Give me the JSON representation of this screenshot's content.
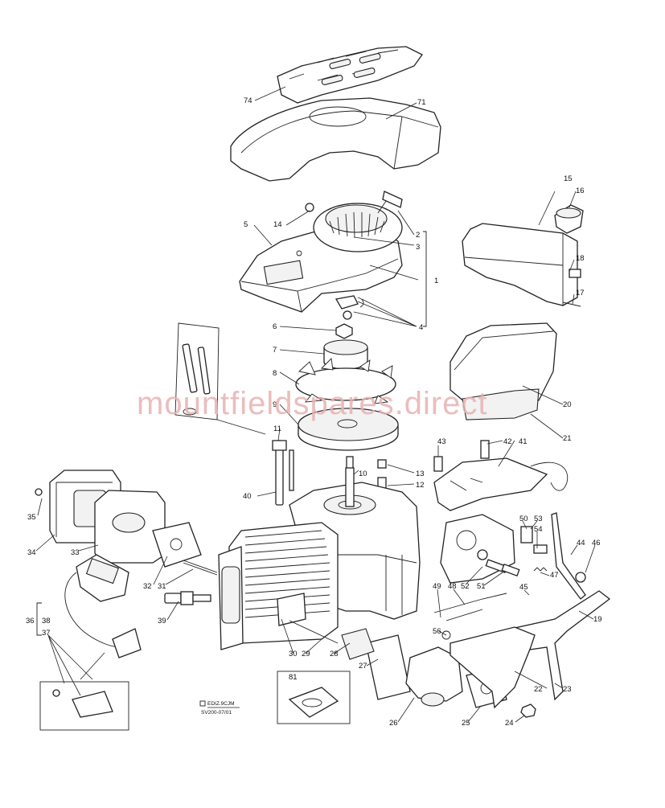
{
  "watermark": "mountfieldspares.direct",
  "stamp": {
    "line1": "EDIZ.9CJM",
    "line2": "SV200-07/01"
  },
  "labels": {
    "l74": "74",
    "l71": "71",
    "l15": "15",
    "l16": "16",
    "l14": "14",
    "l5": "5",
    "l2": "2",
    "l3": "3",
    "l1": "1",
    "l18": "18",
    "l17": "17",
    "l4": "4",
    "l6": "6",
    "l7": "7",
    "l8": "8",
    "l9": "9",
    "l20": "20",
    "l21": "21",
    "l11": "11",
    "l43": "43",
    "l42": "42",
    "l41": "41",
    "l10": "10",
    "l13": "13",
    "l12": "12",
    "l40": "40",
    "l35": "35",
    "l34": "34",
    "l33": "33",
    "l50": "50",
    "l53": "53",
    "l54": "54",
    "l44": "44",
    "l46": "46",
    "l47": "47",
    "l32": "32",
    "l31": "31",
    "l52": "52",
    "l51": "51",
    "l49": "49",
    "l48": "48",
    "l45": "45",
    "l36": "36",
    "l38": "38",
    "l37": "37",
    "l39": "39",
    "l19": "19",
    "l56": "56",
    "l30": "30",
    "l29": "29",
    "l28": "28",
    "l27": "27",
    "l81": "81",
    "l22": "22",
    "l23": "23",
    "l26": "26",
    "l25": "25",
    "l24": "24"
  },
  "colors": {
    "ink": "#222222",
    "watermark": "#e8b2b2",
    "paper": "#ffffff"
  }
}
